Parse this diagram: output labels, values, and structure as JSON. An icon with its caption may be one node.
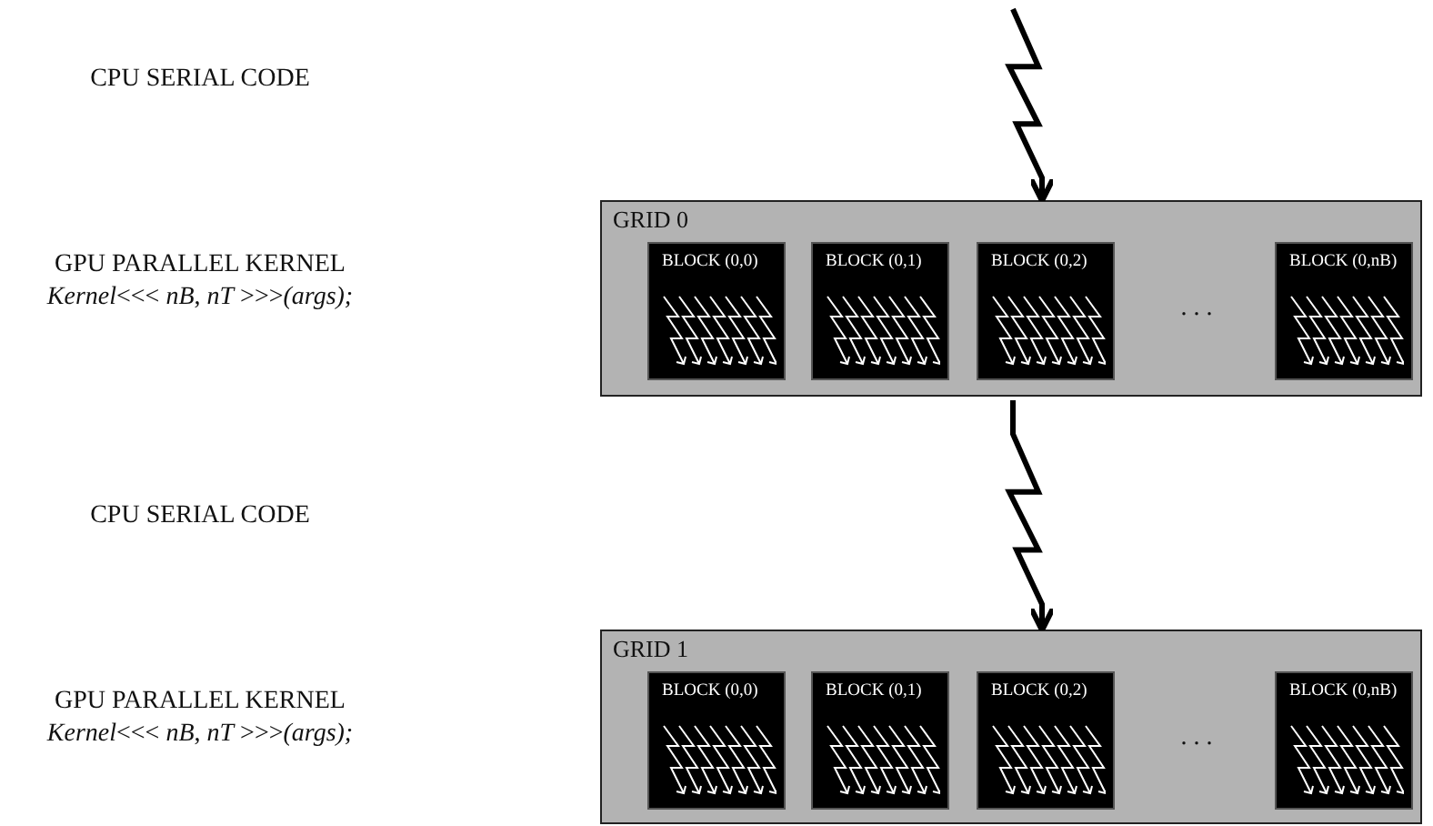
{
  "diagram": {
    "nodes": [
      {
        "text": [
          "GRID 0"
        ]
      },
      {
        "text": [
          "BLOCK (0,0)"
        ],
        "in": 0
      },
      {
        "text": [
          "BLOCK (0,1)"
        ],
        "in": 0
      },
      {
        "text": [
          "BLOCK (0,2)"
        ],
        "in": 0
      },
      {
        "text": [
          "BLOCK (0,nB)"
        ],
        "in": 0
      },
      {
        "text": [
          "GRID 1"
        ]
      },
      {
        "text": [
          "BLOCK (0,0)"
        ],
        "in": 5
      },
      {
        "text": [
          "BLOCK (0,1)"
        ],
        "in": 5
      },
      {
        "text": [
          "BLOCK (0,2)"
        ],
        "in": 5
      },
      {
        "text": [
          "BLOCK (0,nB)"
        ],
        "in": 5
      }
    ],
    "edges": [
      {
        "from": null,
        "to": 0,
        "arrow": "to"
      },
      {
        "from": 0,
        "to": 5,
        "arrow": "to"
      }
    ],
    "labels": [
      "CPU SERIAL CODE",
      "GPU PARALLEL KERNEL",
      "*Kernel*<<< *nB*, *nT* >>>*(args);*",
      ". . .",
      "CPU SERIAL CODE",
      "GPU PARALLEL KERNEL",
      "*Kernel*<<< *nB*, *nT* >>>*(args);*",
      ". . ."
    ]
  }
}
